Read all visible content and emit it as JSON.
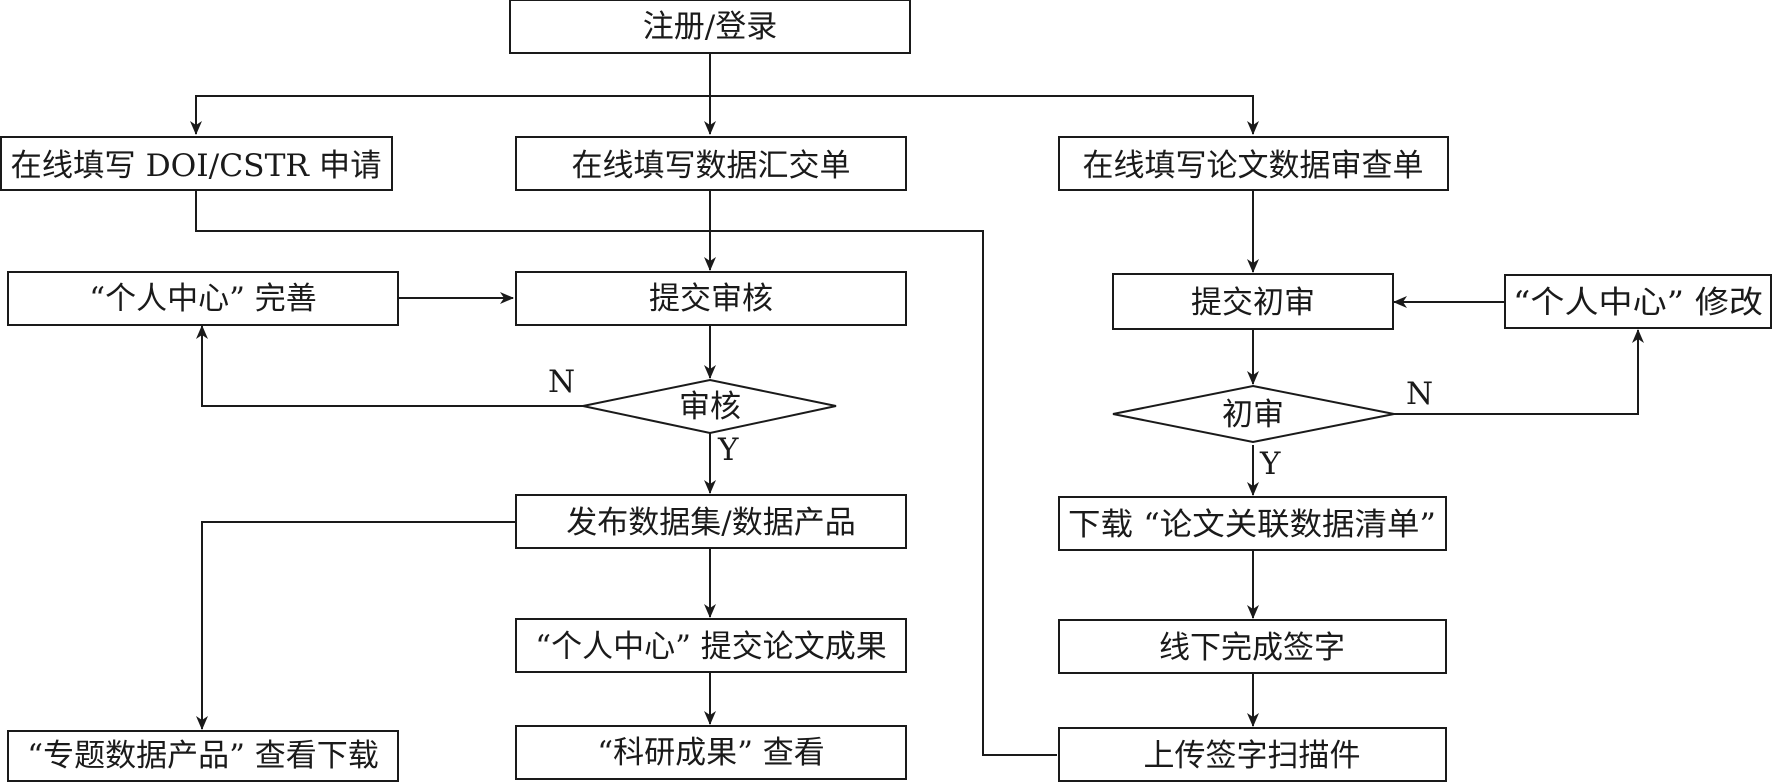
{
  "diagram": {
    "nodes": {
      "register_login": "注册/登录",
      "doi_cstr_apply": "在线填写 DOI/CSTR 申请",
      "data_submission_form": "在线填写数据汇交单",
      "paper_data_review_form": "在线填写论文数据审查单",
      "personal_center_complete": "“个人中心” 完善",
      "submit_review": "提交审核",
      "review_decision": "审核",
      "publish_dataset": "发布数据集/数据产品",
      "submit_paper_results": "“个人中心” 提交论文成果",
      "view_research_results": "“科研成果” 查看",
      "view_download_products": "“专题数据产品” 查看下载",
      "submit_initial_review": "提交初审",
      "personal_center_modify": "“个人中心” 修改",
      "initial_review_decision": "初审",
      "download_paper_data_list": "下载 “论文关联数据清单”",
      "offline_signature": "线下完成签字",
      "upload_signed_scan": "上传签字扫描件"
    },
    "labels": {
      "review_no": "N",
      "review_yes": "Y",
      "initial_no": "N",
      "initial_yes": "Y"
    }
  }
}
